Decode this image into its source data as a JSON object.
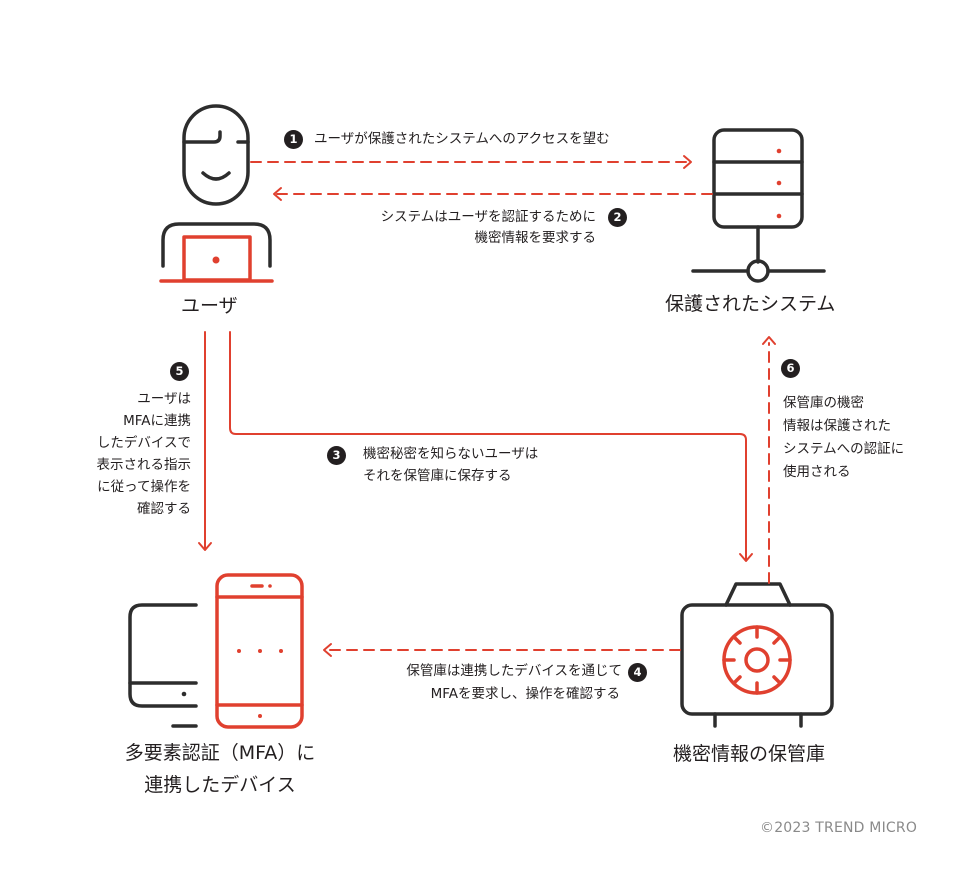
{
  "colors": {
    "accent": "#e0402f",
    "ink": "#2d2d2d",
    "muted": "#8a8a8a"
  },
  "nodes": {
    "user": {
      "label": "ユーザ",
      "icon": "user-with-laptop-icon"
    },
    "system": {
      "label": "保護されたシステム",
      "icon": "server-icon"
    },
    "device": {
      "label_line1": "多要素認証（MFA）に",
      "label_line2": "連携したデバイス",
      "icon": "mfa-device-icon"
    },
    "vault": {
      "label": "機密情報の保管庫",
      "icon": "vault-icon"
    }
  },
  "steps": [
    {
      "number": "1",
      "lines": [
        "ユーザが保護されたシステムへのアクセスを望む"
      ]
    },
    {
      "number": "2",
      "lines": [
        "システムはユーザを認証するために",
        "機密情報を要求する"
      ]
    },
    {
      "number": "3",
      "lines": [
        "機密秘密を知らないユーザは",
        "それを保管庫に保存する"
      ]
    },
    {
      "number": "4",
      "lines": [
        "保管庫は連携したデバイスを通じて",
        "MFAを要求し、操作を確認する"
      ]
    },
    {
      "number": "5",
      "lines": [
        "ユーザは",
        "MFAに連携",
        "したデバイスで",
        "表示される指示",
        "に従って操作を",
        "確認する"
      ]
    },
    {
      "number": "6",
      "lines": [
        "保管庫の機密",
        "情報は保護された",
        "システムへの認証に",
        "使用される"
      ]
    }
  ],
  "footer": {
    "copyright": "©2023 TREND MICRO"
  }
}
